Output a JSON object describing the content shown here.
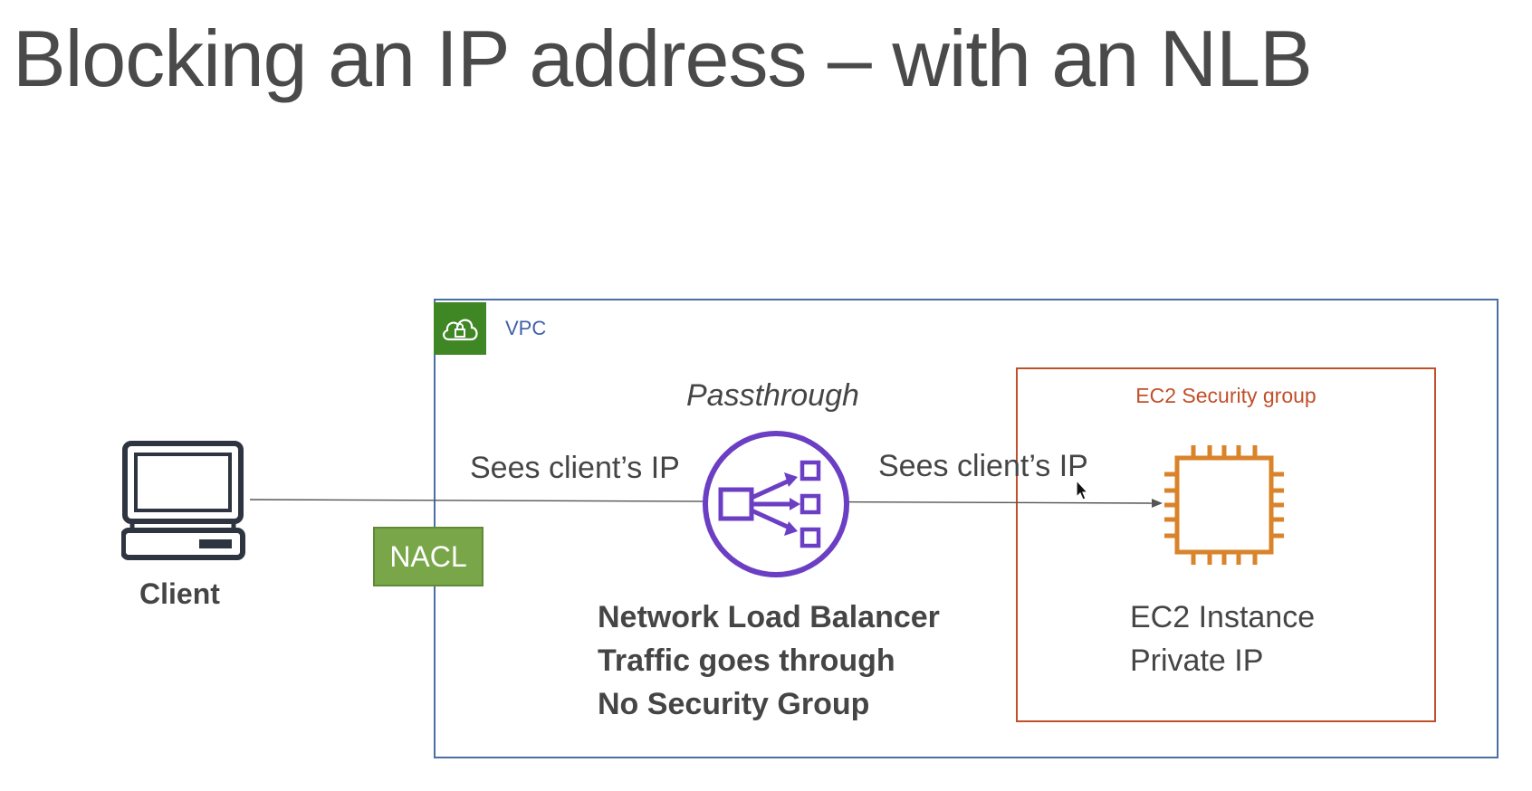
{
  "slide": {
    "title": "Blocking an IP address – with an NLB"
  },
  "diagram": {
    "vpc": {
      "label": "VPC",
      "color": "#3f8624"
    },
    "security_group": {
      "label": "EC2 Security group",
      "color": "#c0502a"
    },
    "client": {
      "label": "Client",
      "icon": "laptop-icon"
    },
    "nacl": {
      "label": "NACL",
      "color": "#7aa64a"
    },
    "nlb": {
      "header": "Passthrough",
      "icon": "network-load-balancer-icon",
      "color": "#6b3fc4",
      "lines": [
        "Network Load Balancer",
        "Traffic goes through",
        "No Security Group"
      ]
    },
    "edge_labels": {
      "client_to_nlb": "Sees client’s IP",
      "nlb_to_ec2": "Sees client’s IP"
    },
    "ec2": {
      "icon": "ec2-chip-icon",
      "color": "#d9832a",
      "lines": [
        "EC2 Instance",
        "Private IP"
      ]
    }
  }
}
